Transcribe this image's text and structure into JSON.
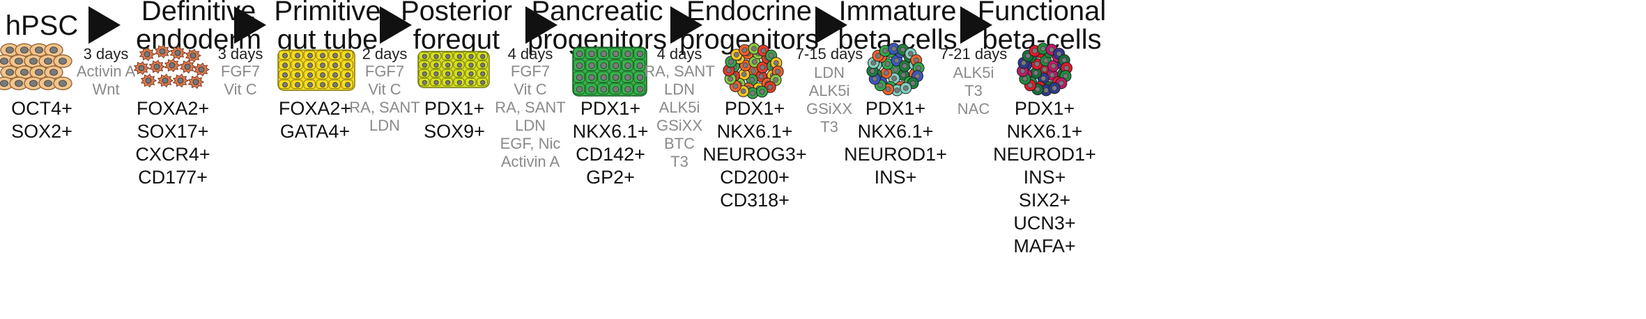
{
  "stages": [
    {
      "id": "hpsc",
      "title": [
        "hPSC"
      ],
      "markers": [
        "OCT4+",
        "SOX2+"
      ],
      "icon": "round-cell-cluster-icon",
      "colors": {
        "fill": "#f3c58d",
        "stroke": "#9a6a3a",
        "nucleus": "#7a7a7a"
      }
    },
    {
      "id": "definitive-endoderm",
      "title": [
        "Definitive",
        "endoderm"
      ],
      "markers": [
        "FOXA2+",
        "SOX17+",
        "CXCR4+",
        "CD177+"
      ],
      "icon": "spiky-cell-cluster-icon",
      "colors": {
        "fill": "#e07a4f",
        "stroke": "#7a3a20",
        "nucleus": "#777777"
      }
    },
    {
      "id": "primitive-gut-tube",
      "title": [
        "Primitive",
        "gut tube"
      ],
      "markers": [
        "FOXA2+",
        "GATA4+"
      ],
      "icon": "yellow-cell-sheet-icon",
      "colors": {
        "fill": "#f6dc1e",
        "stroke": "#8a7a10",
        "nucleus": "#7a7a7a"
      }
    },
    {
      "id": "posterior-foregut",
      "title": [
        "Posterior",
        "foregut"
      ],
      "markers": [
        "PDX1+",
        "SOX9+"
      ],
      "icon": "lime-cell-sheet-icon",
      "colors": {
        "fill": "#d6df1f",
        "stroke": "#707a10",
        "nucleus": "#7a7a7a"
      }
    },
    {
      "id": "pancreatic-progenitors",
      "title": [
        "Pancreatic",
        "progenitors"
      ],
      "markers": [
        "PDX1+",
        "NKX6.1+",
        "CD142+",
        "GP2+"
      ],
      "icon": "green-cell-sheet-icon",
      "colors": {
        "fill": "#35b24a",
        "stroke": "#1a5a24",
        "nucleus": "#7a7a7a"
      }
    },
    {
      "id": "endocrine-progenitors",
      "title": [
        "Endocrine",
        "progenitors"
      ],
      "markers": [
        "PDX1+",
        "NKX6.1+",
        "NEUROG3+",
        "CD200+",
        "CD318+"
      ],
      "icon": "mixed-cell-cluster-icon",
      "colors": {
        "palette": [
          "#f0622a",
          "#f7c322",
          "#38a24a",
          "#e53a2a",
          "#8ac640"
        ],
        "nucleus": "#7a7a7a"
      }
    },
    {
      "id": "immature-beta-cells",
      "title": [
        "Immature",
        "beta-cells"
      ],
      "markers": [
        "PDX1+",
        "NKX6.1+",
        "NEUROD1+",
        "INS+"
      ],
      "icon": "mixed-cell-cluster-icon",
      "colors": {
        "palette": [
          "#2eaa4c",
          "#f0622a",
          "#7fd0c0",
          "#1e7e3c",
          "#3b58c6"
        ],
        "nucleus": "#7a7a7a"
      }
    },
    {
      "id": "functional-beta-cells",
      "title": [
        "Functional",
        "beta-cells"
      ],
      "markers": [
        "PDX1+",
        "NKX6.1+",
        "NEUROD1+",
        "INS+",
        "SIX2+",
        "UCN3+",
        "MAFA+"
      ],
      "icon": "mixed-cell-cluster-icon",
      "colors": {
        "palette": [
          "#e3192a",
          "#17703a",
          "#2e3a8e",
          "#c2186a",
          "#1e8e3e"
        ],
        "nucleus": "#7a7a7a"
      }
    }
  ],
  "transitions": [
    {
      "days": "3 days",
      "factors": [
        "Activin A",
        "Wnt"
      ]
    },
    {
      "days": "3 days",
      "factors": [
        "FGF7",
        "Vit C"
      ]
    },
    {
      "days": "2 days",
      "factors": [
        "FGF7",
        "Vit C",
        "RA, SANT",
        "LDN"
      ]
    },
    {
      "days": "4 days",
      "factors": [
        "FGF7",
        "Vit C",
        "RA, SANT",
        "LDN",
        "EGF, Nic",
        "Activin A"
      ]
    },
    {
      "days": "4 days",
      "factors": [
        "RA, SANT",
        "LDN",
        "ALK5i",
        "GSiXX",
        "BTC",
        "T3"
      ]
    },
    {
      "days": "7-15 days",
      "factors": [
        "LDN",
        "ALK5i",
        "GSiXX",
        "T3"
      ]
    },
    {
      "days": "7-21 days",
      "factors": [
        "ALK5i",
        "T3",
        "NAC"
      ]
    }
  ],
  "arrow_icon": "right-triangle-arrow-icon"
}
